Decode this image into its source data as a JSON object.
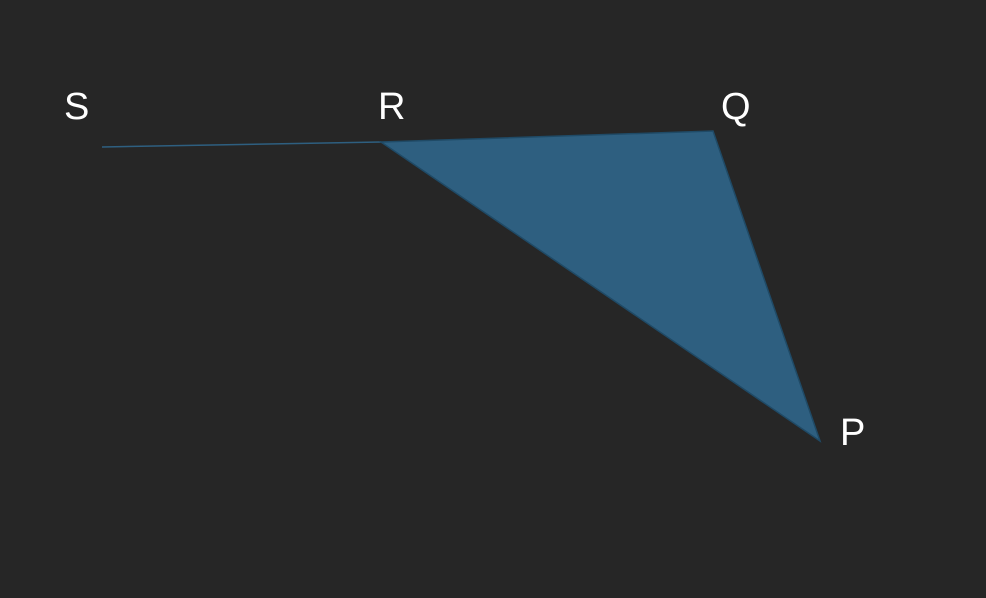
{
  "diagram": {
    "background_color": "#262626",
    "shape_fill_color": "#2e5f80",
    "shape_stroke_color": "#1f4a66",
    "points": {
      "S": "S",
      "R": "R",
      "Q": "Q",
      "P": "P"
    },
    "triangle": [
      "R",
      "Q",
      "P"
    ],
    "segments": [
      [
        "S",
        "R"
      ]
    ]
  }
}
